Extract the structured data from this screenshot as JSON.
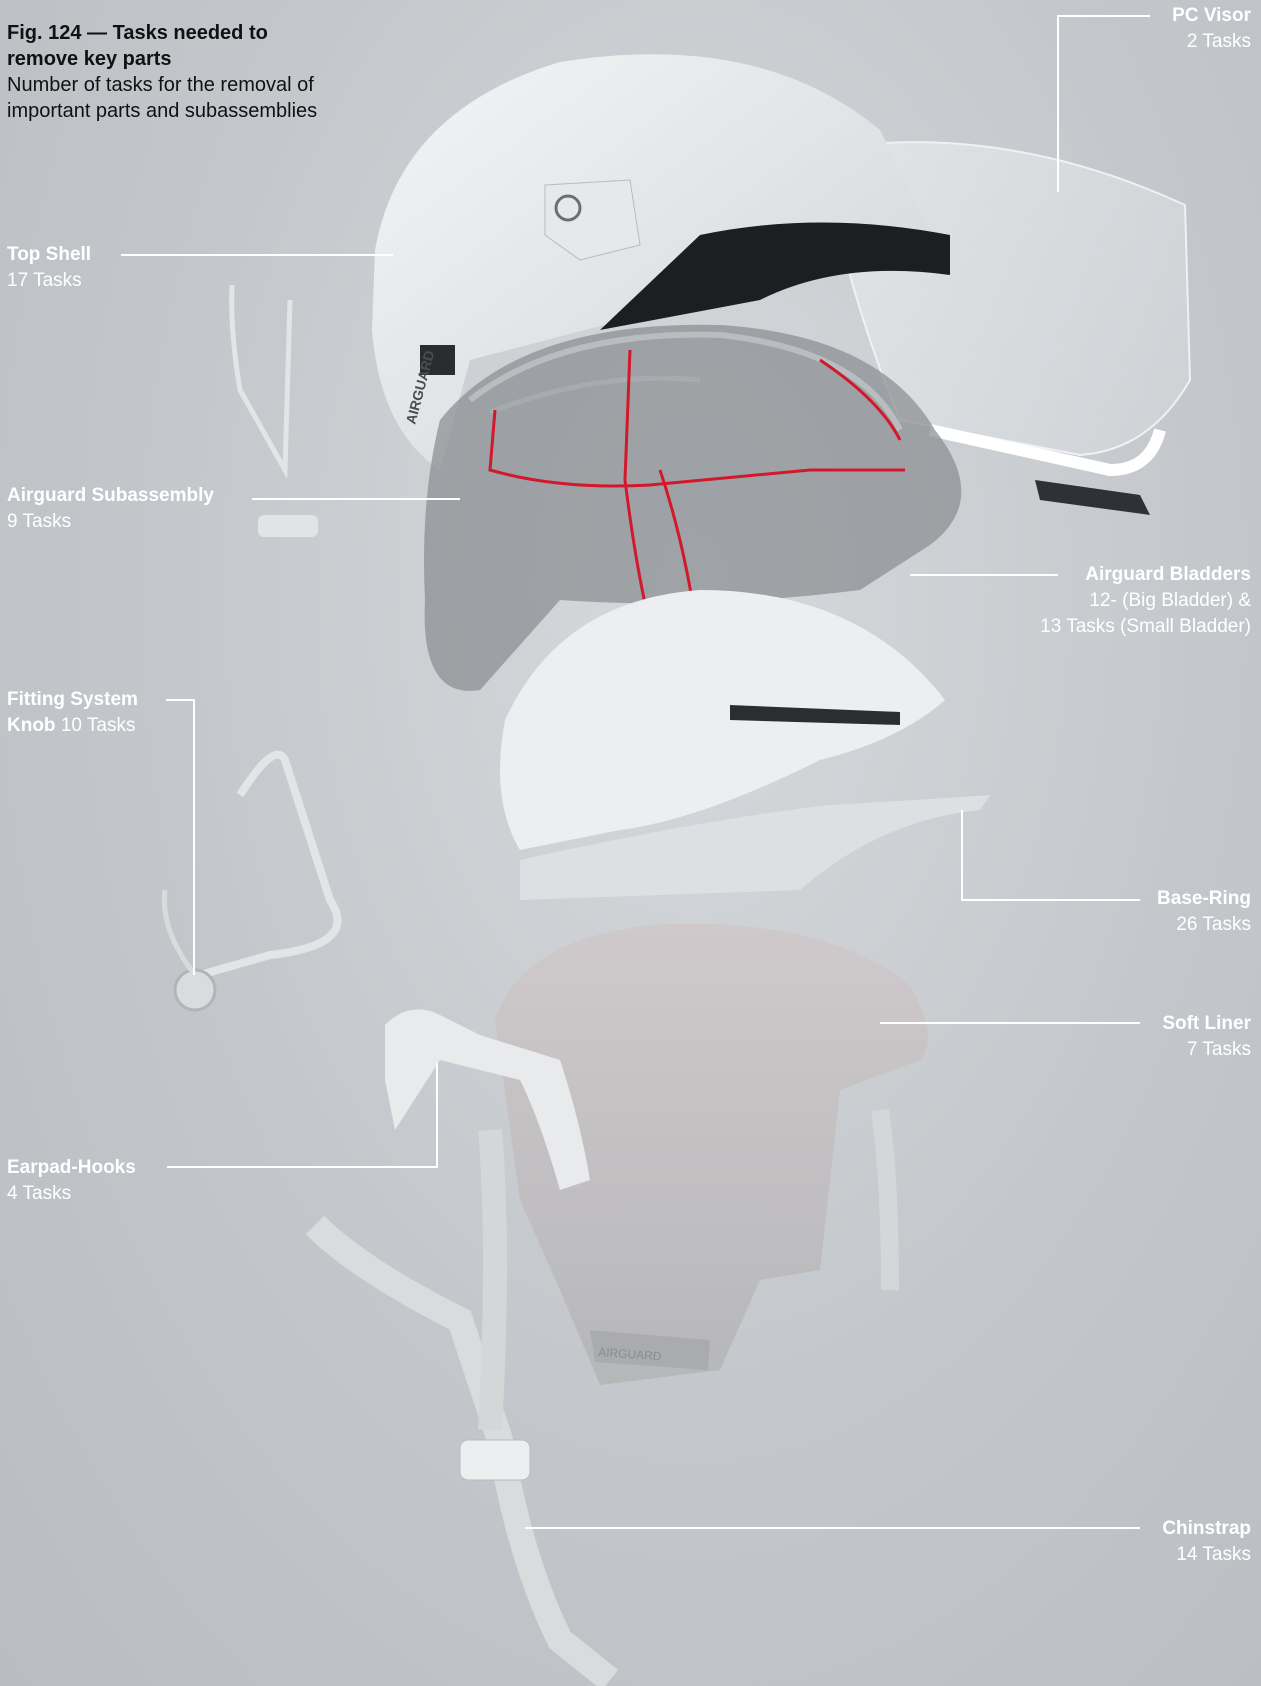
{
  "figure": {
    "title": "Fig. 124 — Tasks needed to remove key parts",
    "description": "Number of tasks for the removal of important parts and subassemblies"
  },
  "callouts": {
    "pc_visor": {
      "name": "PC Visor",
      "tasks": "2 Tasks"
    },
    "top_shell": {
      "name": "Top Shell",
      "tasks": "17 Tasks"
    },
    "airguard_subassembly": {
      "name": "Airguard Subassembly",
      "tasks": "9 Tasks"
    },
    "airguard_bladders": {
      "name": "Airguard Bladders",
      "tasks_line1": "12- (Big Bladder) &",
      "tasks_line2": "13 Tasks (Small Bladder)"
    },
    "fitting_system_knob": {
      "name_line1": "Fitting System",
      "name_line2": "Knob",
      "tasks": "10 Tasks"
    },
    "base_ring": {
      "name": "Base-Ring",
      "tasks": "26 Tasks"
    },
    "soft_liner": {
      "name": "Soft Liner",
      "tasks": "7 Tasks"
    },
    "earpad_hooks": {
      "name": "Earpad-Hooks",
      "tasks": "4 Tasks"
    },
    "chinstrap": {
      "name": "Chinstrap",
      "tasks": "14 Tasks"
    }
  },
  "helmet_marking": "AIRGUARD",
  "colors": {
    "background": "#c6cacd",
    "leader_lines": "#ffffff",
    "bladder_tubes": "#d2192b",
    "caption_text": "#111111"
  }
}
